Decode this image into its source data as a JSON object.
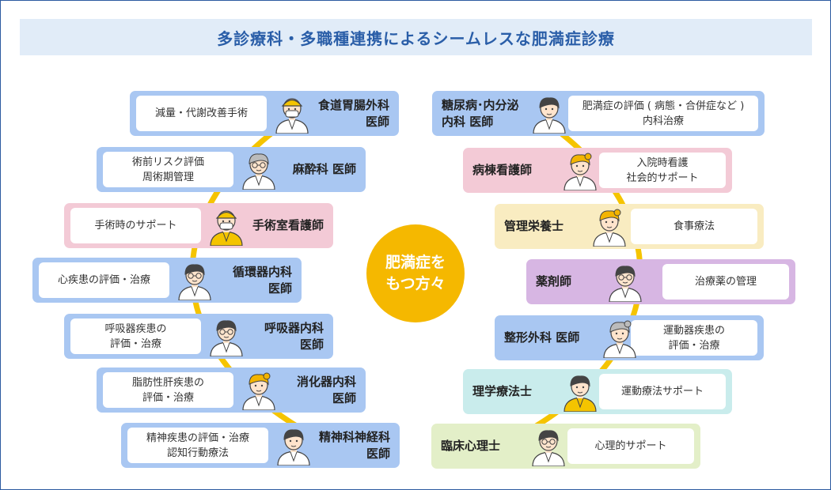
{
  "title": "多診療科・多職種連携によるシームレスな肥満症診療",
  "center": "肥満症を\nもつ方々",
  "colors": {
    "title_text": "#2a5ea8",
    "title_bg": "#e1ecf8",
    "center": "#f5b800",
    "arc": "#f5c400",
    "blue": "#a9c7f2",
    "pink": "#f3cad6",
    "cream": "#f9ecc1",
    "purple": "#d7b6e3",
    "teal": "#c9ecec",
    "green": "#e3efc8"
  },
  "left": [
    {
      "role": "食道胃腸外科\n医師",
      "desc": "減量・代謝改善手術",
      "icon": "surgeon-avatar-icon"
    },
    {
      "role": "麻酔科 医師",
      "desc": "術前リスク評価\n周術期管理",
      "icon": "anesthesiologist-avatar-icon"
    },
    {
      "role": "手術室看護師",
      "desc": "手術時のサポート",
      "icon": "or-nurse-avatar-icon"
    },
    {
      "role": "循環器内科\n医師",
      "desc": "心疾患の評価・治療",
      "icon": "cardiologist-avatar-icon"
    },
    {
      "role": "呼吸器内科\n医師",
      "desc": "呼吸器疾患の\n評価・治療",
      "icon": "pulmonologist-avatar-icon"
    },
    {
      "role": "消化器内科\n医師",
      "desc": "脂肪性肝疾患の\n評価・治療",
      "icon": "gastroenterologist-avatar-icon"
    },
    {
      "role": "精神科神経科\n医師",
      "desc": "精神疾患の評価・治療\n認知行動療法",
      "icon": "psychiatrist-avatar-icon"
    }
  ],
  "right": [
    {
      "role": "糖尿病･内分泌\n内科 医師",
      "desc": "肥満症の評価 ( 病態・合併症など )\n内科治療",
      "icon": "endocrinologist-avatar-icon"
    },
    {
      "role": "病棟看護師",
      "desc": "入院時看護\n社会的サポート",
      "icon": "ward-nurse-avatar-icon"
    },
    {
      "role": "管理栄養士",
      "desc": "食事療法",
      "icon": "dietitian-avatar-icon"
    },
    {
      "role": "薬剤師",
      "desc": "治療薬の管理",
      "icon": "pharmacist-avatar-icon"
    },
    {
      "role": "整形外科 医師",
      "desc": "運動器疾患の\n評価・治療",
      "icon": "orthopedist-avatar-icon"
    },
    {
      "role": "理学療法士",
      "desc": "運動療法サポート",
      "icon": "physical-therapist-avatar-icon"
    },
    {
      "role": "臨床心理士",
      "desc": "心理的サポート",
      "icon": "psychologist-avatar-icon"
    }
  ]
}
